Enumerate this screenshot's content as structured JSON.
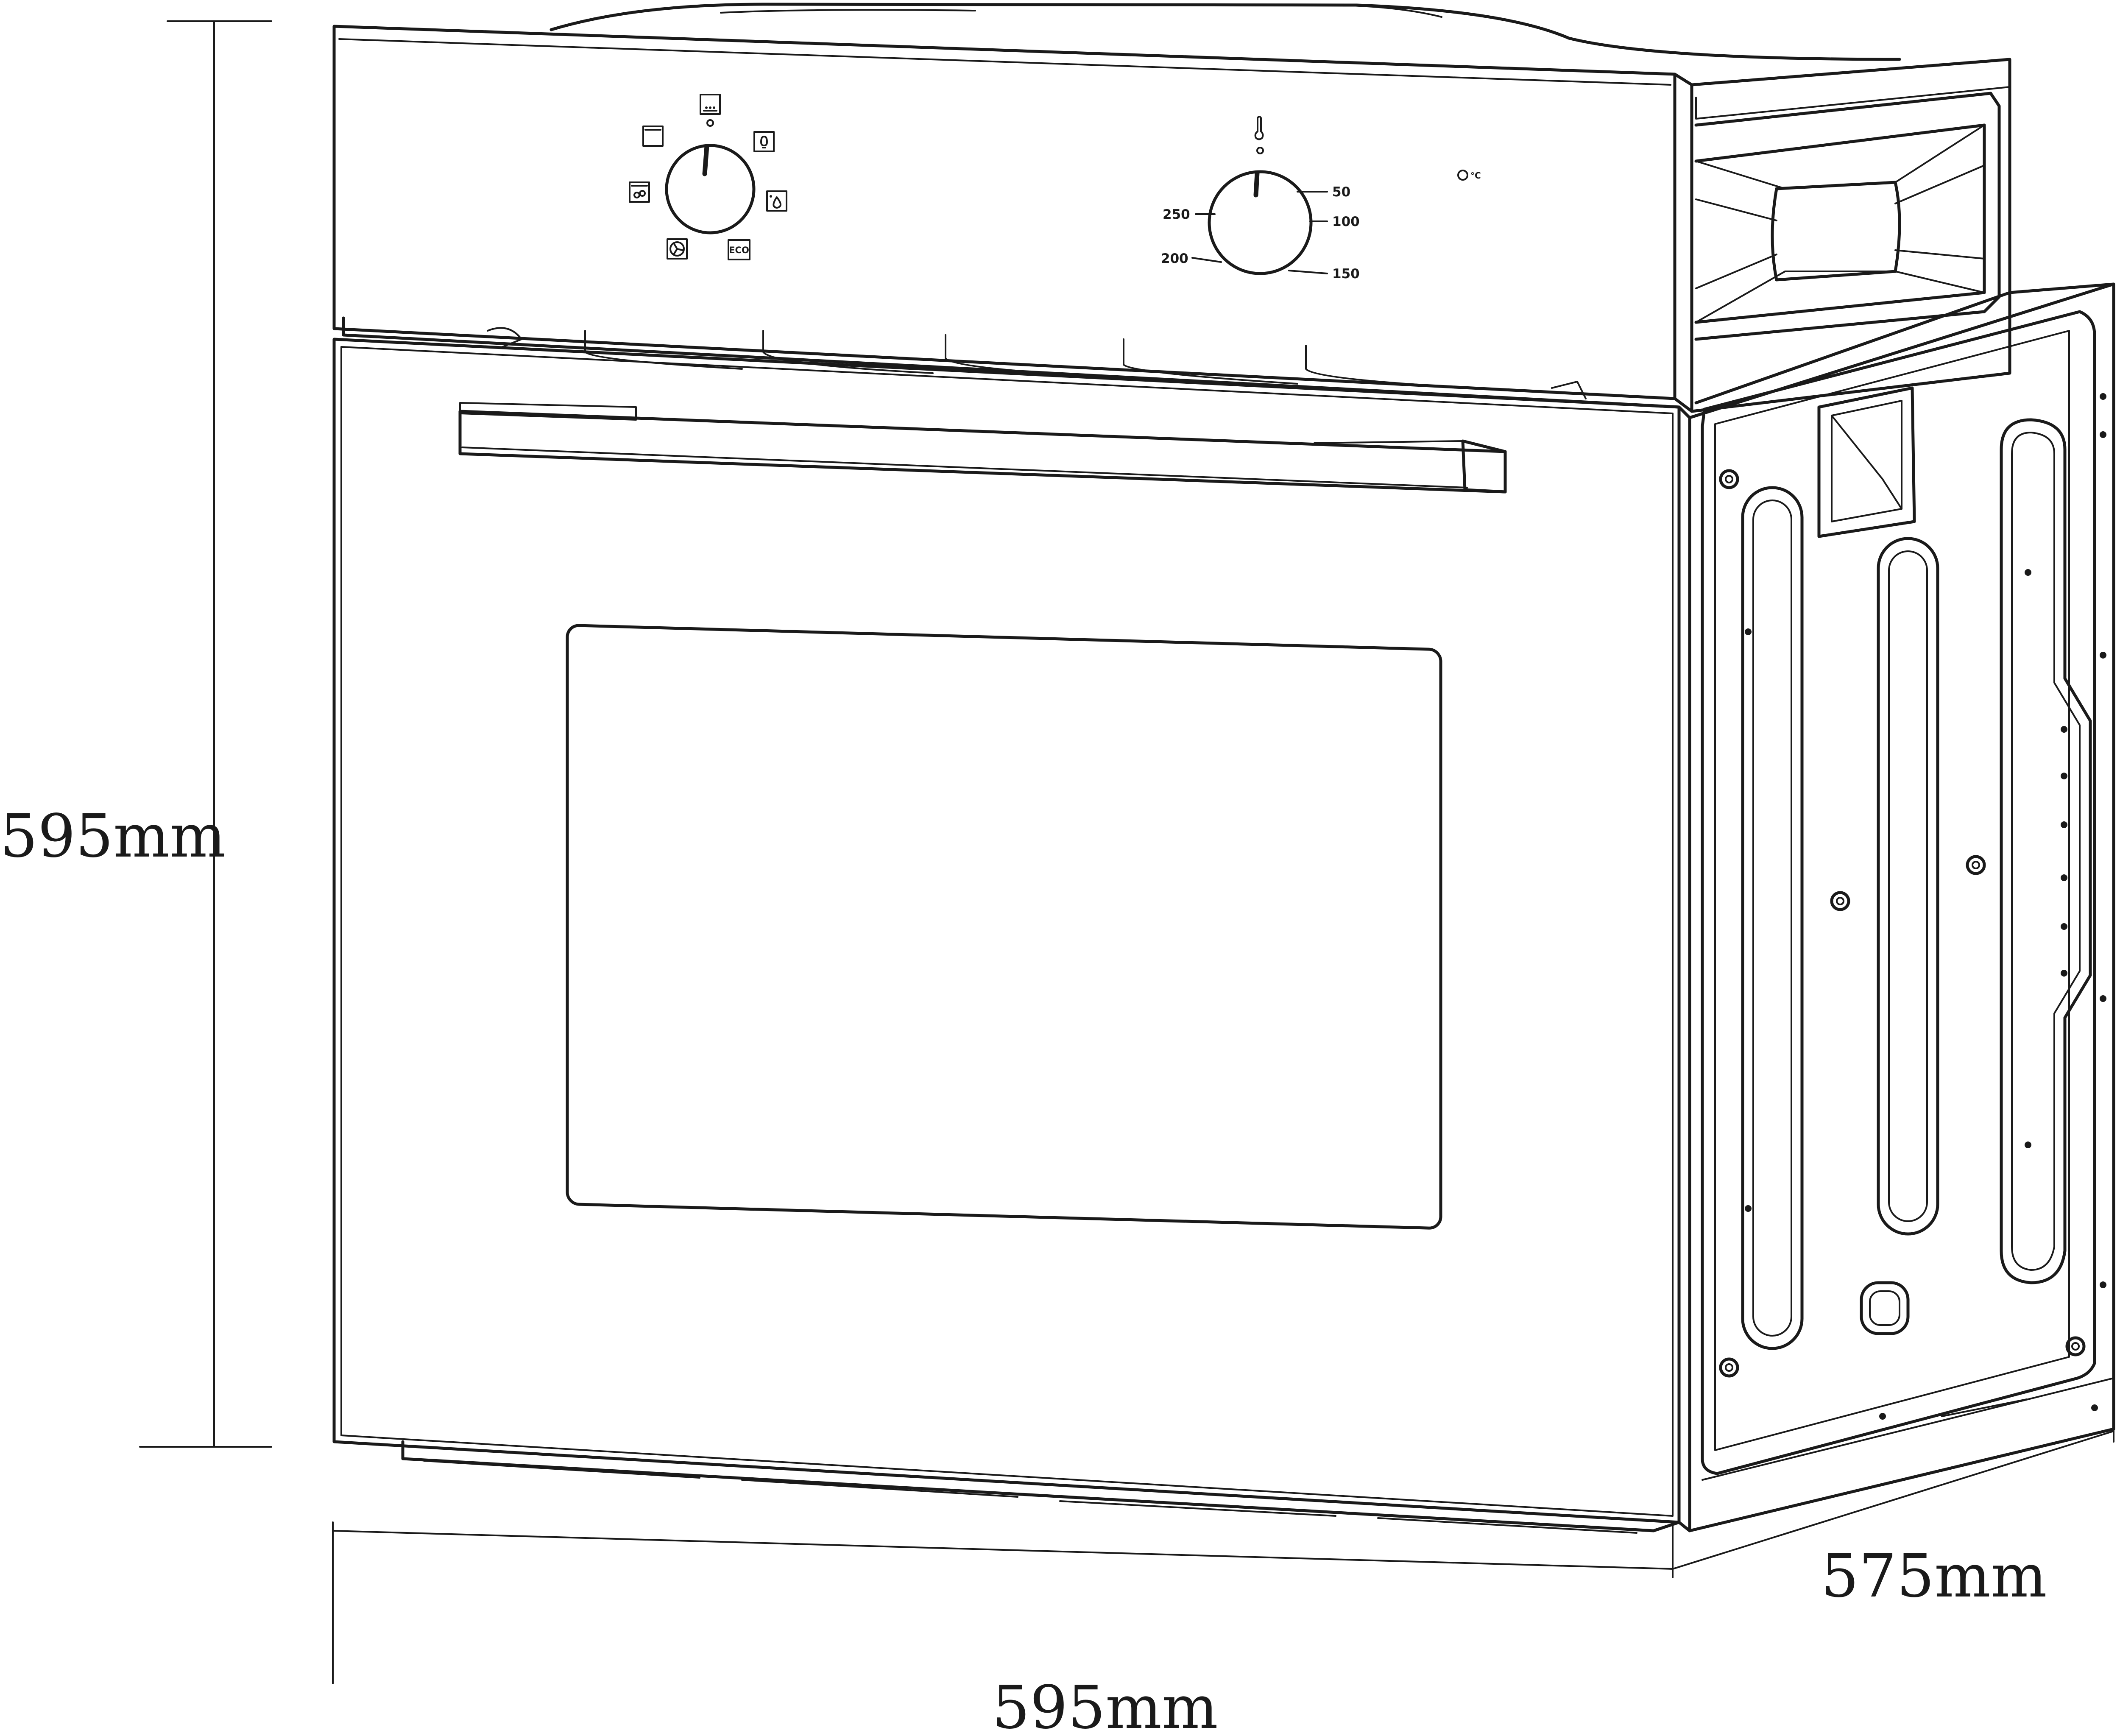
{
  "dimensions": {
    "height": "595mm",
    "width": "595mm",
    "depth": "575mm"
  },
  "control_panel": {
    "function_knob": {
      "icons": [
        "conventional-icon",
        "grill-icon",
        "light-icon",
        "defrost-icon",
        "fan-icon",
        "fan-grill-icon",
        "eco-icon"
      ],
      "eco_label": "ECO"
    },
    "temperature_knob": {
      "scale": [
        "50",
        "100",
        "150",
        "200",
        "250"
      ],
      "indicator_label": "°C"
    }
  }
}
